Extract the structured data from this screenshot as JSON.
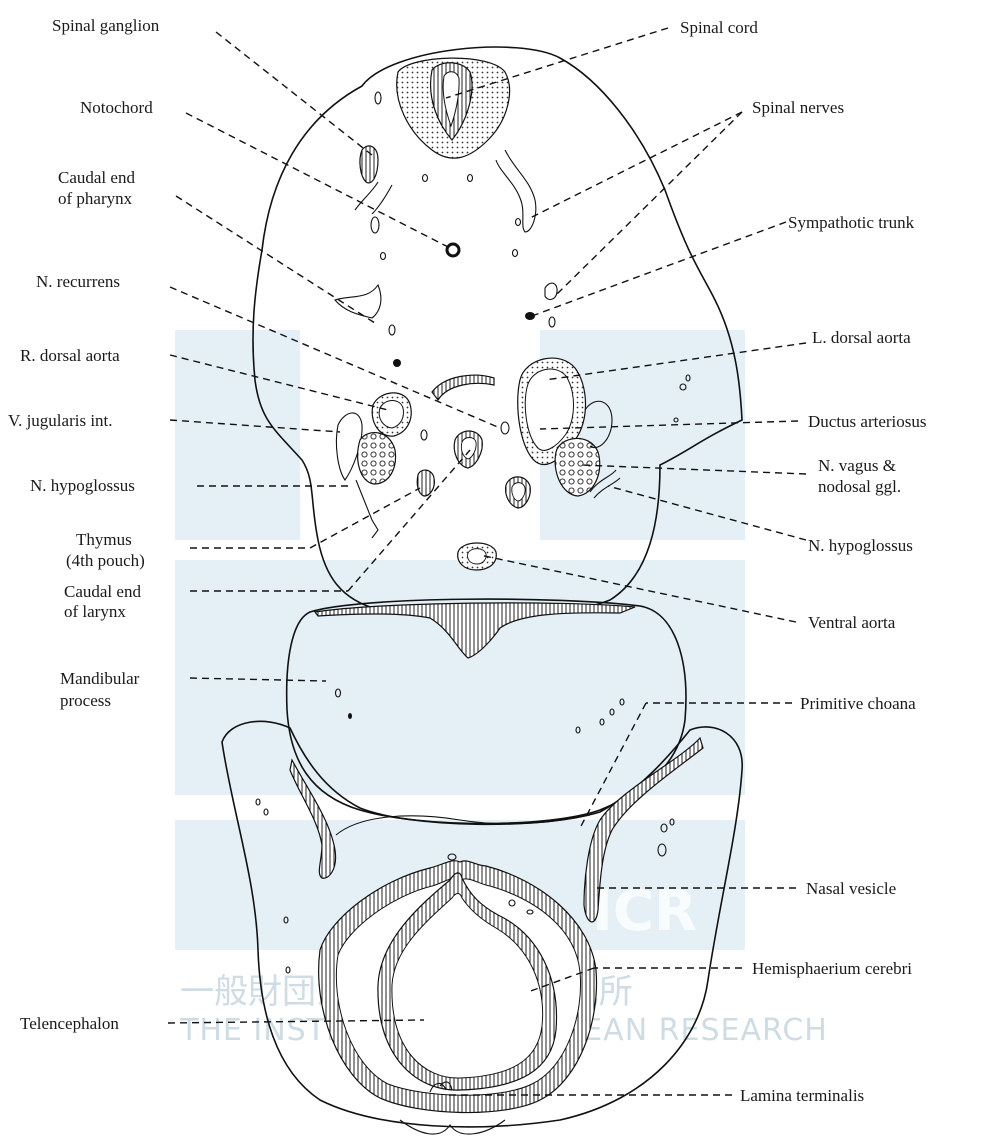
{
  "labels": {
    "spinal_ganglion": "Spinal ganglion",
    "spinal_cord": "Spinal cord",
    "notochord": "Notochord",
    "spinal_nerves": "Spinal nerves",
    "caudal_end_pharynx_1": "Caudal end",
    "caudal_end_pharynx_2": "of pharynx",
    "sympathetic_trunk": "Sympathotic trunk",
    "n_recurrens": "N. recurrens",
    "l_dorsal_aorta": "L. dorsal aorta",
    "r_dorsal_aorta": "R. dorsal aorta",
    "v_jugularis": "V. jugularis int.",
    "ductus_arteriosus": "Ductus arteriosus",
    "n_hypoglossus_left": "N. hypoglossus",
    "n_vagus_1": "N. vagus &",
    "n_vagus_2": "nodosal ggl.",
    "thymus_1": "Thymus",
    "thymus_2": "(4th pouch)",
    "n_hypoglossus_right": "N. hypoglossus",
    "caudal_end_larynx_1": "Caudal end",
    "caudal_end_larynx_2": "of larynx",
    "ventral_aorta": "Ventral aorta",
    "mandibular_1": "Mandibular",
    "mandibular_2": "process",
    "primitive_choana": "Primitive choana",
    "nasal_vesicle": "Nasal vesicle",
    "hemisphaerium": "Hemisphaerium cerebri",
    "telencephalon": "Telencephalon",
    "lamina_terminalis": "Lamina terminalis"
  },
  "watermark": {
    "line1": "一般財団法人  日本鯨類研究所",
    "line2": "THE INSTITUTE OF CETACEAN RESEARCH",
    "logo": "ICR"
  }
}
